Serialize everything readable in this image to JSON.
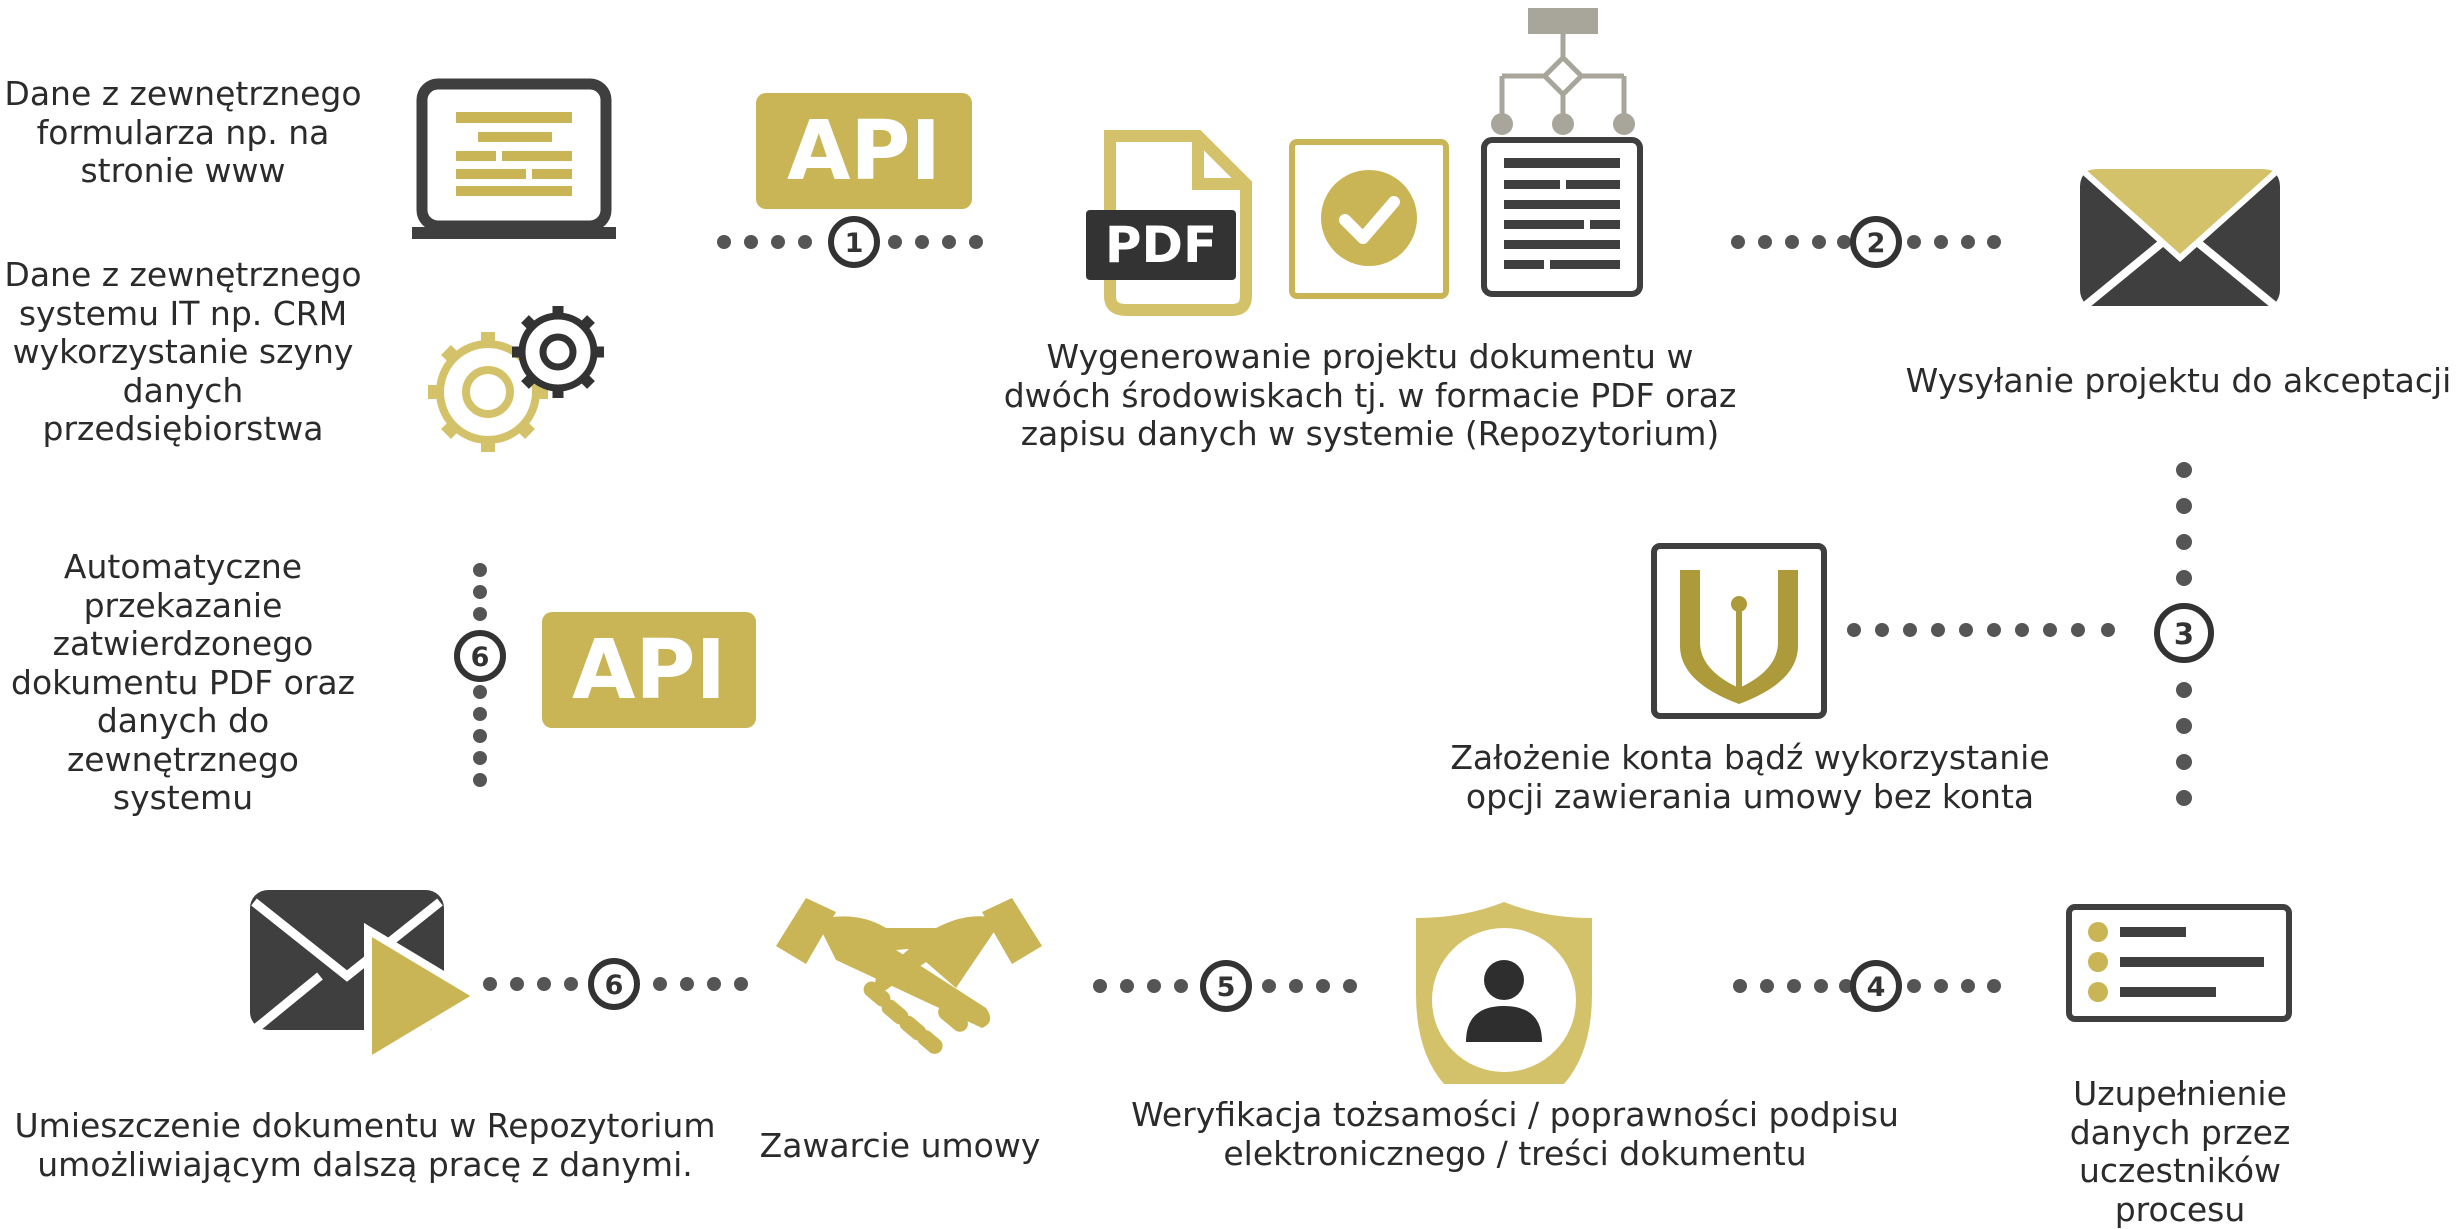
{
  "colors": {
    "gold": "#c9b555",
    "dark": "#3f3f3f",
    "gray": "#a8a69a",
    "dot": "#555555"
  },
  "steps": {
    "s1": {
      "label": "Dane z zewnętrznego\nformularza np. na\nstronie www"
    },
    "s2": {
      "label": "Dane z zewnętrznego\nsystemu IT np. CRM\nwykorzystanie szyny\ndanych\nprzedsiębiorstwa"
    },
    "s3": {
      "label": "Wygenerowanie projektu dokumentu w\ndwóch środowiskach tj. w formacie PDF oraz\nzapisu danych w systemie (Repozytorium)"
    },
    "s4": {
      "label": "Wysyłanie projektu do akceptacji"
    },
    "s5": {
      "label": "Założenie konta bądź wykorzystanie\nopcji zawierania umowy bez konta"
    },
    "s6": {
      "label": "Automatyczne\nprzekazanie\nzatwierdzonego\ndokumentu PDF oraz\ndanych  do\nzewnętrznego\nsystemu"
    },
    "s7": {
      "label": "Umieszczenie dokumentu w Repozytorium\numożliwiającym dalszą pracę z danymi."
    },
    "s8": {
      "label": "Zawarcie umowy"
    },
    "s9": {
      "label": "Weryfikacja tożsamości / poprawności podpisu\nelektronicznego / treści dokumentu"
    },
    "s10": {
      "label": "Uzupełnienie\ndanych przez\nuczestników\nprocesu"
    }
  },
  "api_label": "API",
  "pdf_label": "PDF",
  "badges": {
    "b1": "1",
    "b2": "2",
    "b3": "3",
    "b4": "4",
    "b5": "5",
    "b6a": "6",
    "b6b": "6"
  },
  "icons": [
    "laptop-icon",
    "gears-icon",
    "pdf-file-icon",
    "checkmark-icon",
    "document-tree-icon",
    "envelope-icon",
    "pen-nib-icon",
    "form-list-icon",
    "shield-user-icon",
    "handshake-icon",
    "envelope-send-icon"
  ]
}
